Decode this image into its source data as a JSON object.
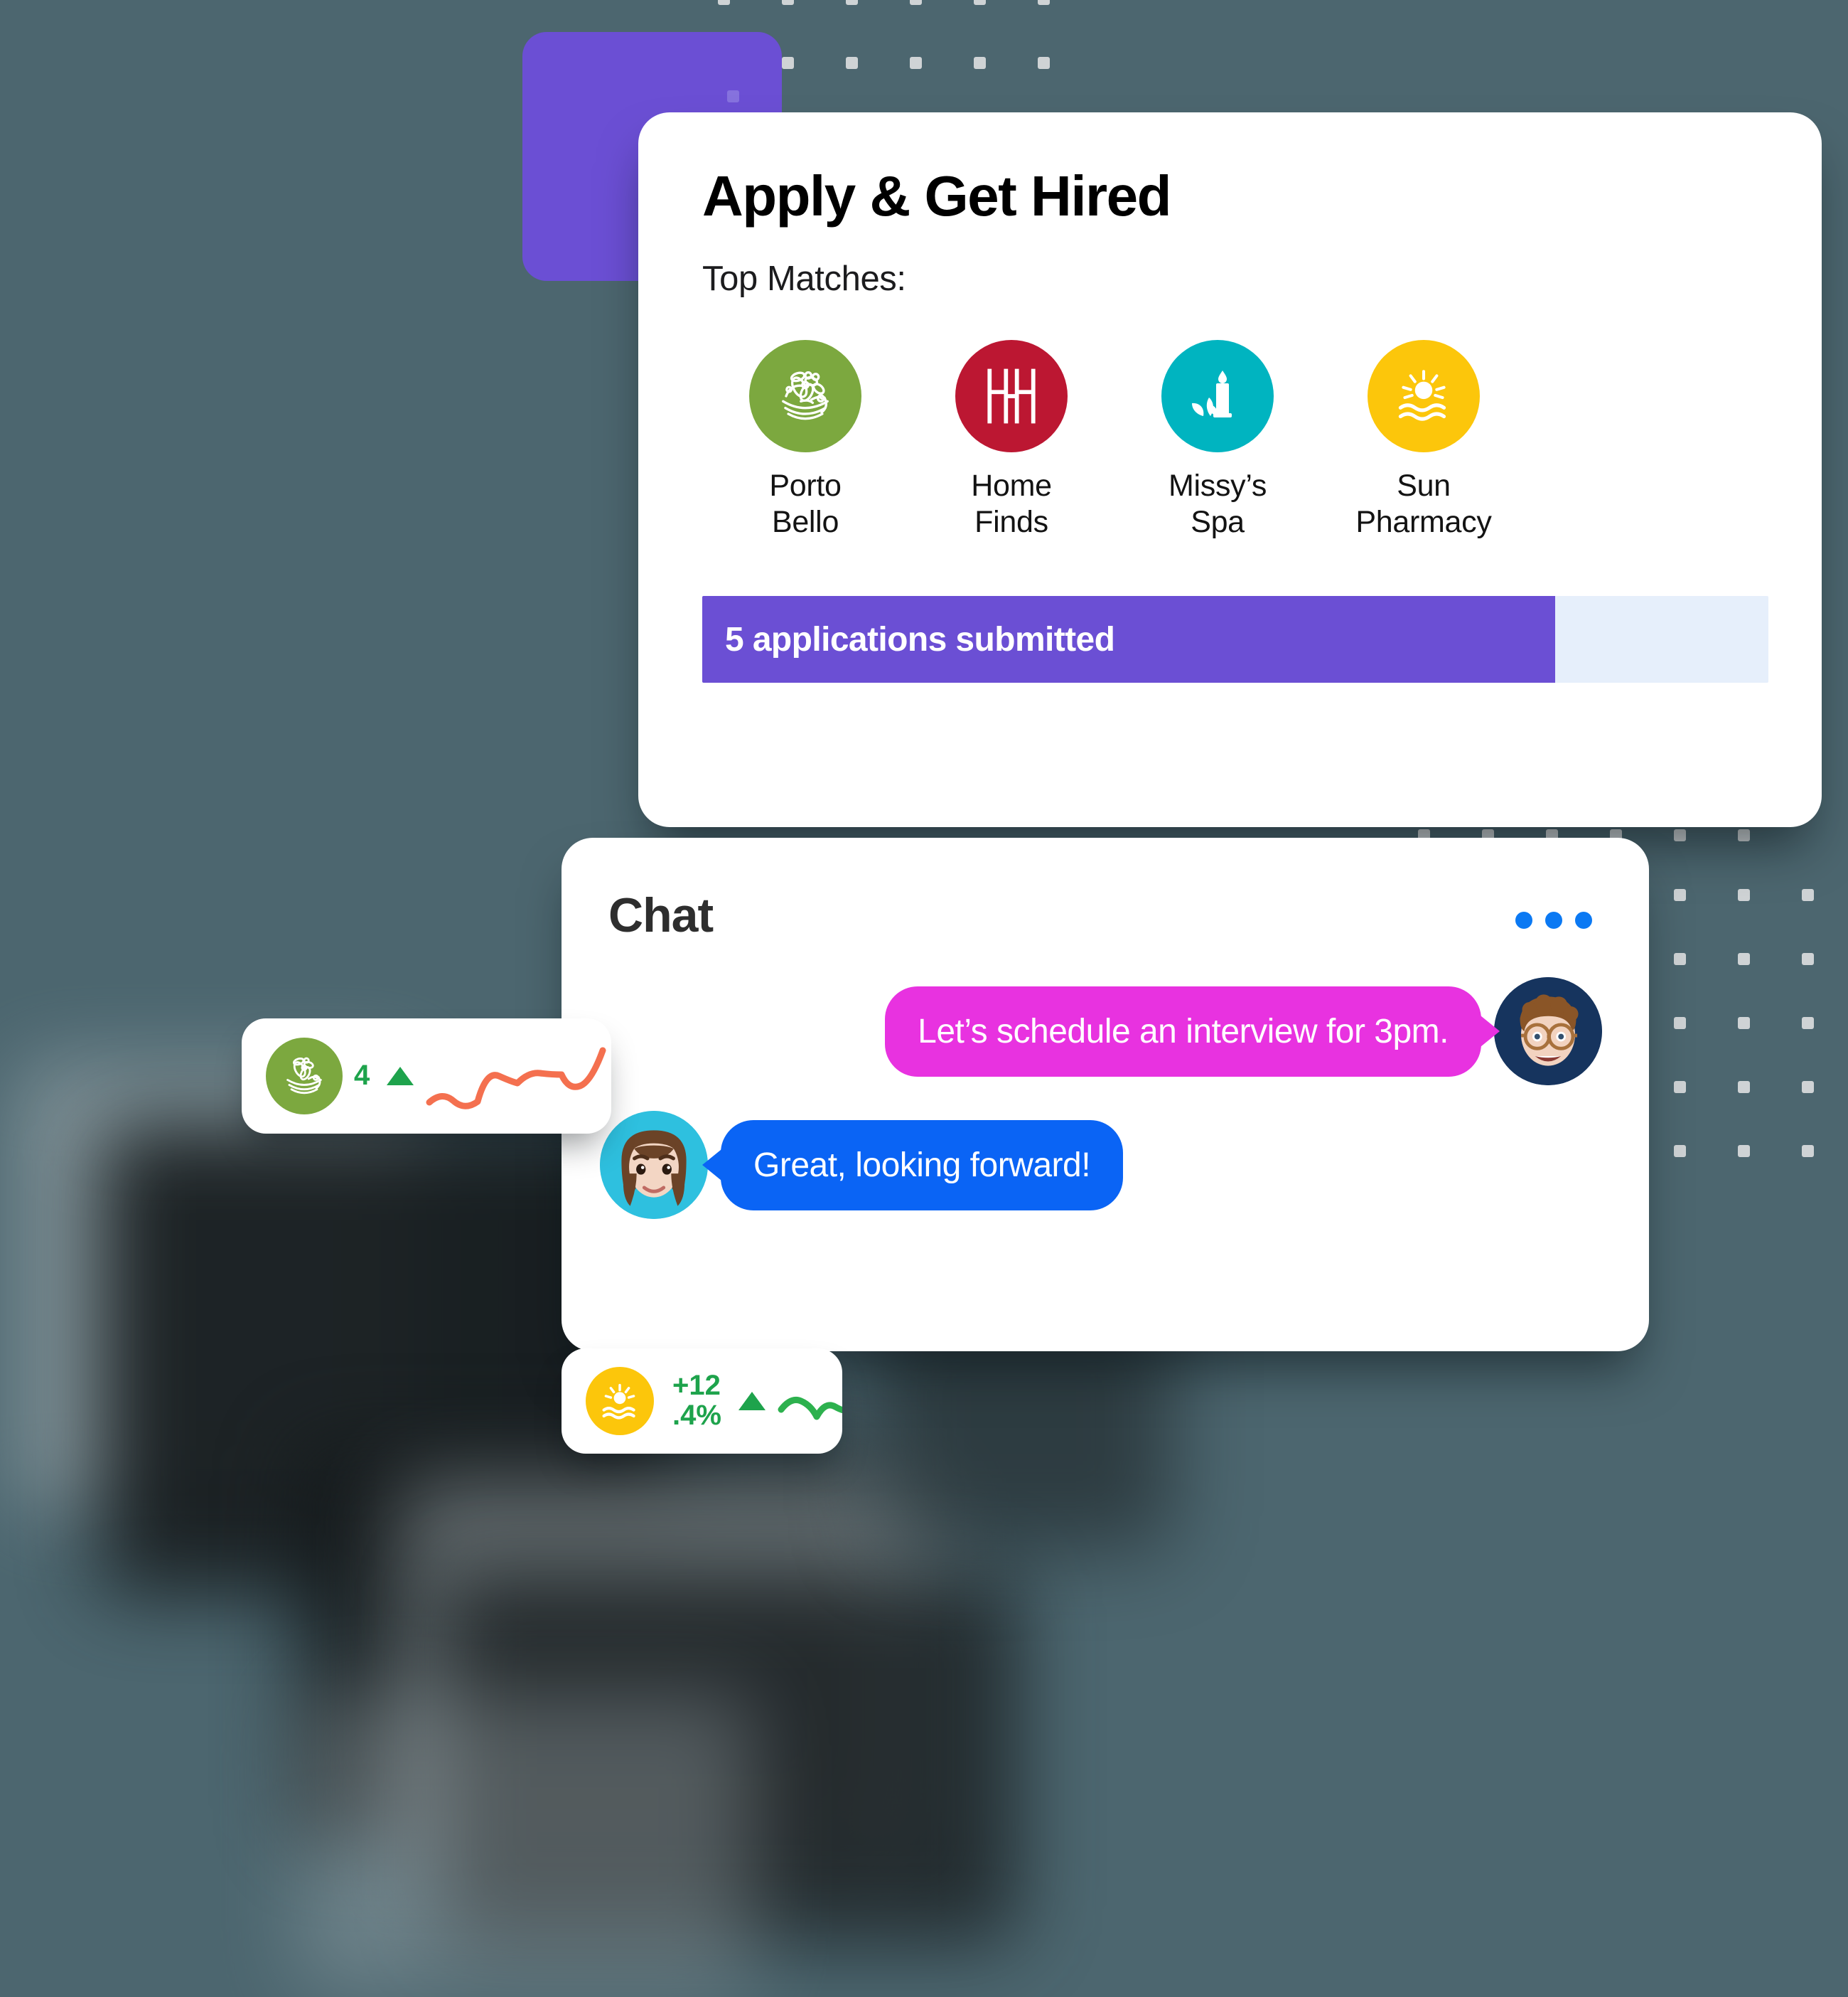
{
  "theme": {
    "background": "#4C666F",
    "purple": "#6B4FD4",
    "card_white": "#FFFFFF",
    "progress_track": "#E6EFFB",
    "bubble_out": "#E832E0",
    "bubble_in": "#0A64F5",
    "accent_blue": "#0B79F3",
    "trend_green": "#1EA34C",
    "dot_gray": "#CFD3D5"
  },
  "apply_card": {
    "title": "Apply & Get Hired",
    "subtitle": "Top Matches:",
    "brands": [
      {
        "name_line1": "Porto",
        "name_line2": "Bello",
        "color": "#7CA83F",
        "icon": "salad-bowl-icon"
      },
      {
        "name_line1": "Home",
        "name_line2": "Finds",
        "color": "#BC1732",
        "icon": "h-monogram-icon"
      },
      {
        "name_line1": "Missy’s",
        "name_line2": "Spa",
        "color": "#00B4C0",
        "icon": "candle-lotus-icon"
      },
      {
        "name_line1": "Sun",
        "name_line2": "Pharmacy",
        "color": "#FCC60B",
        "icon": "sunrise-waves-icon"
      }
    ],
    "progress": {
      "label": "5 applications submitted",
      "percent": 80
    }
  },
  "chat_card": {
    "title": "Chat",
    "menu_icon": "more-horizontal-icon",
    "messages": [
      {
        "text": "Let’s schedule an interview for 3pm.",
        "direction": "outgoing",
        "avatar": "recruiter-memoji-avatar"
      },
      {
        "text": "Great, looking forward!",
        "direction": "incoming",
        "avatar": "candidate-memoji-avatar"
      }
    ]
  },
  "stat_cards": [
    {
      "id": "porto",
      "logo_icon": "salad-bowl-icon",
      "logo_color": "#7CA83F",
      "value": "4",
      "trend": "up",
      "spark_color": "#F4704F"
    },
    {
      "id": "sun",
      "logo_icon": "sunrise-waves-icon",
      "logo_color": "#FCC60B",
      "value_line1": "+12",
      "value_line2": ".4%",
      "trend": "up",
      "spark_color": "#2DB14E"
    }
  ]
}
